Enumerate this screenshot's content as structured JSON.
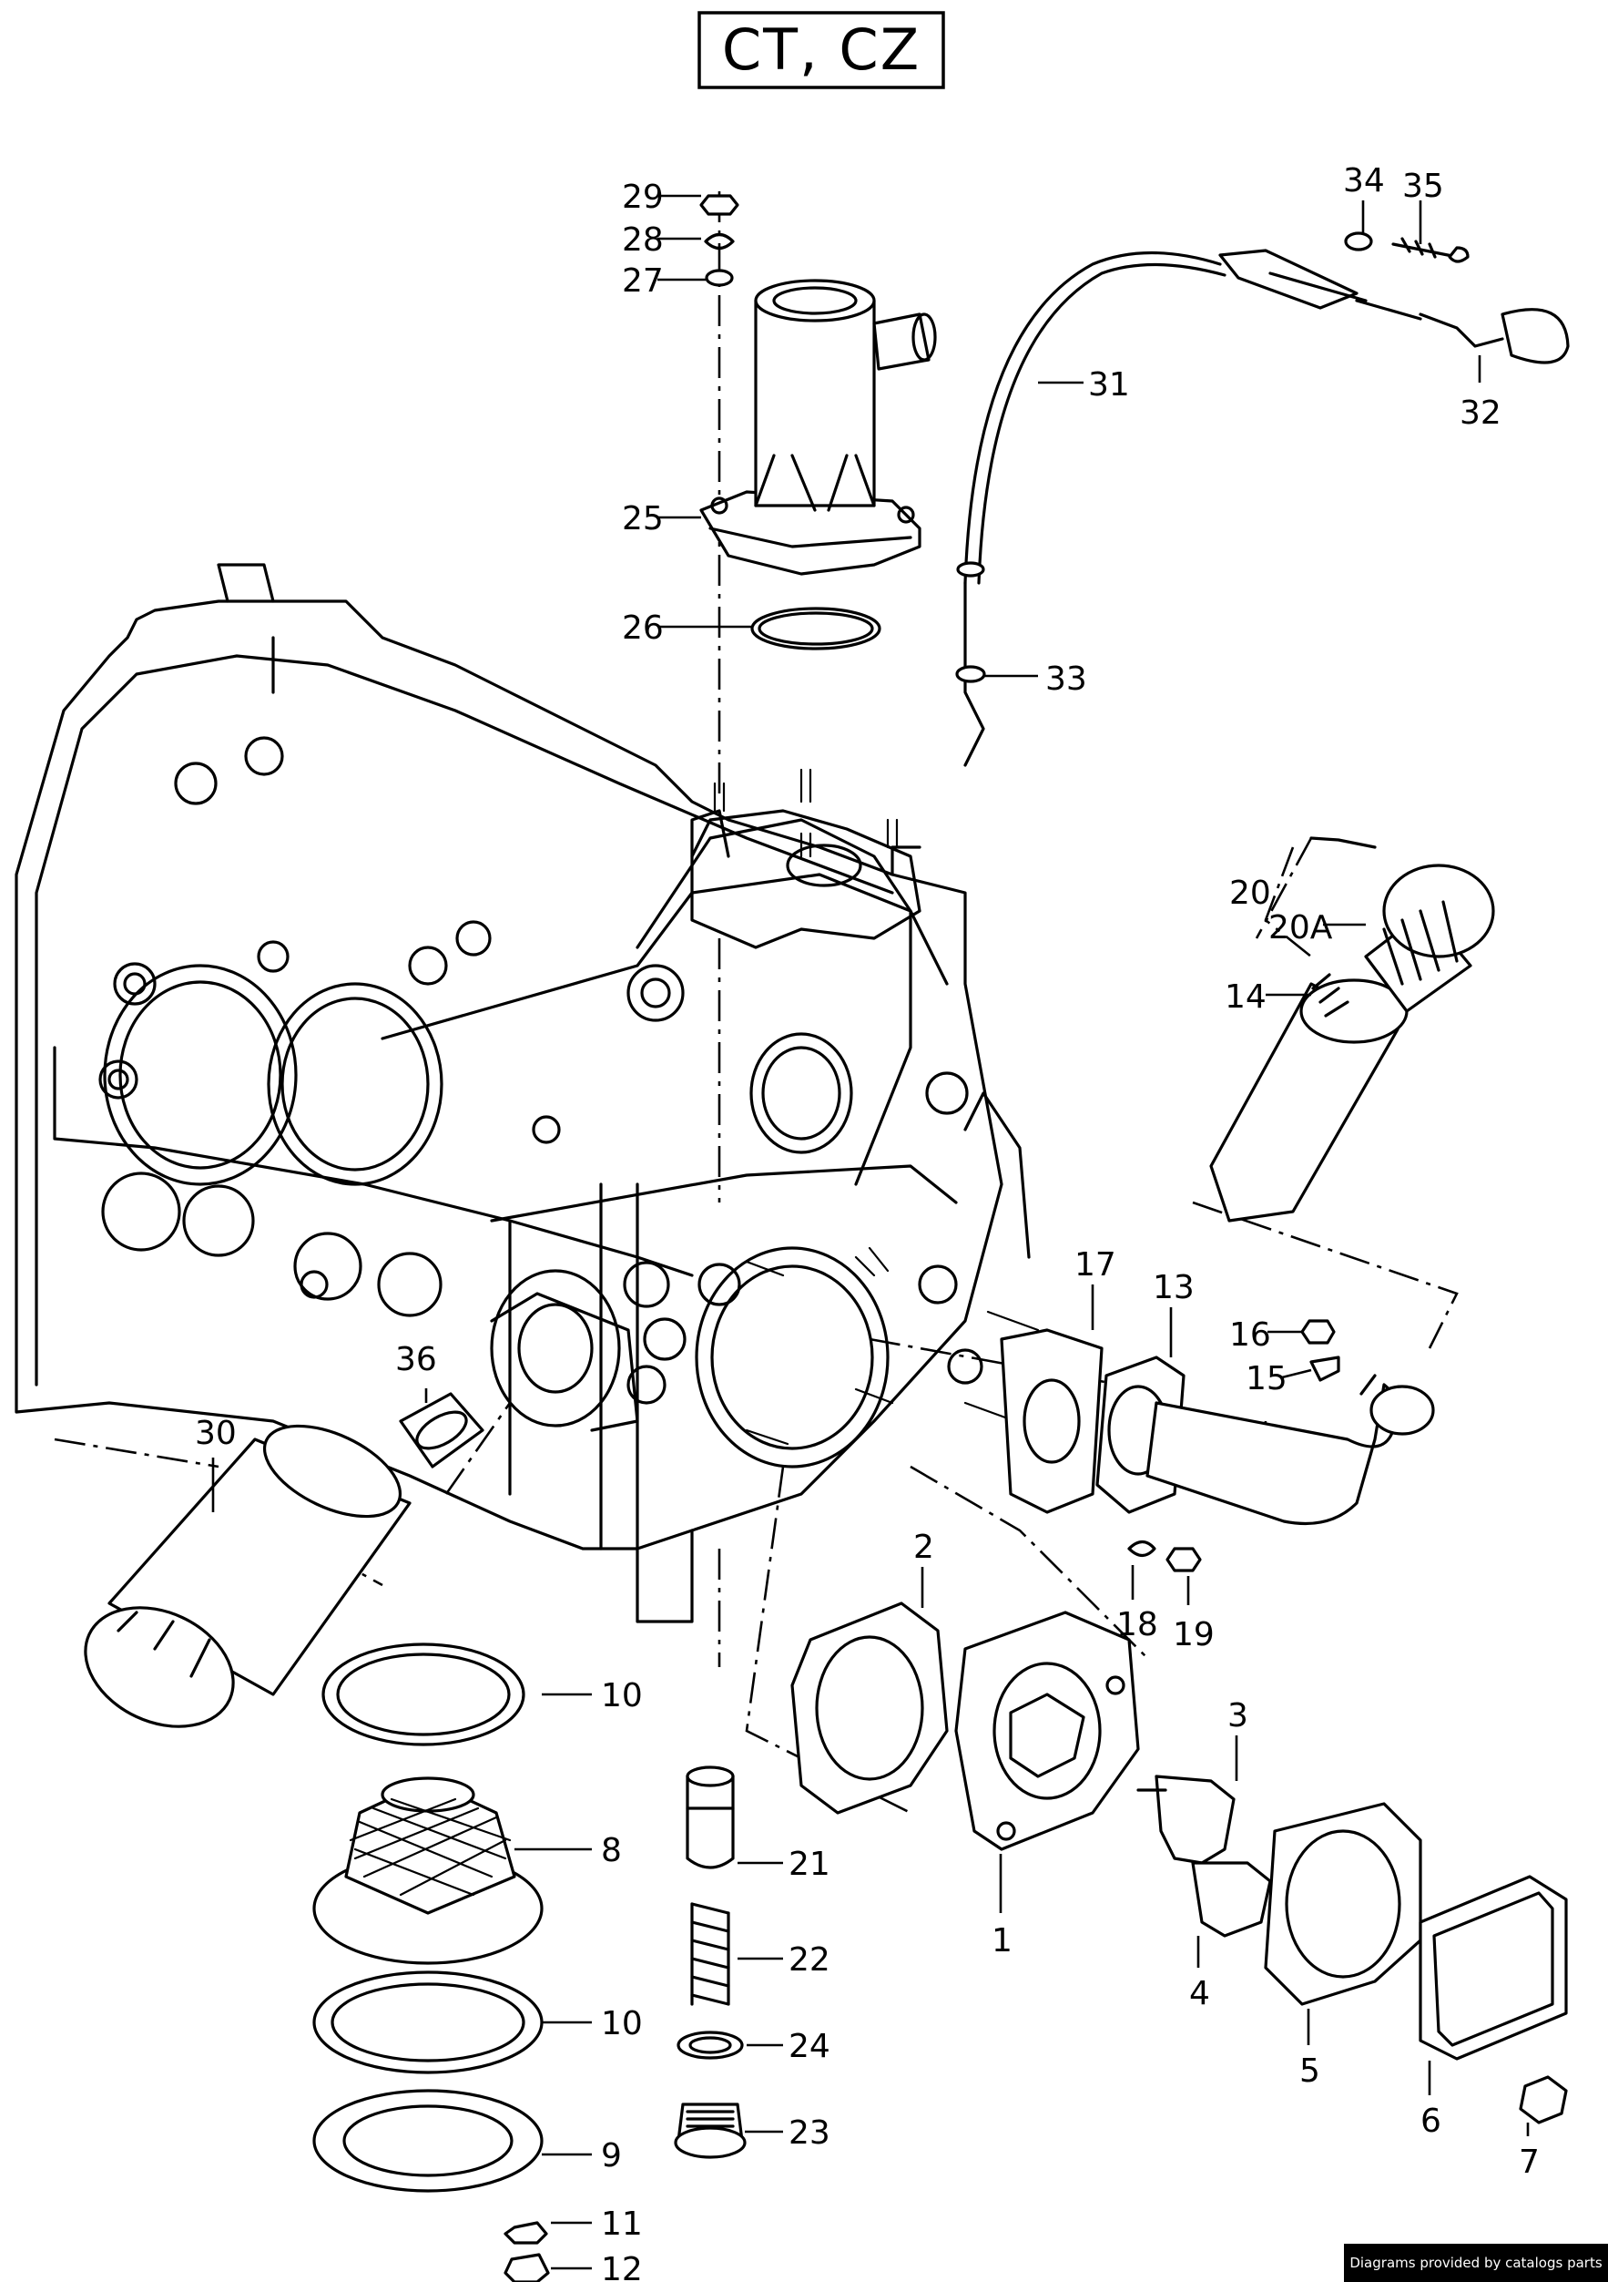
{
  "title": "CT, CZ",
  "footer": "Diagrams provided by catalogs parts",
  "callouts": [
    "1",
    "2",
    "3",
    "4",
    "5",
    "6",
    "7",
    "8",
    "9",
    "10",
    "10",
    "11",
    "12",
    "13",
    "14",
    "15",
    "16",
    "17",
    "18",
    "19",
    "20",
    "20A",
    "21",
    "22",
    "23",
    "24",
    "25",
    "26",
    "27",
    "28",
    "29",
    "30",
    "31",
    "32",
    "33",
    "34",
    "35",
    "36"
  ]
}
